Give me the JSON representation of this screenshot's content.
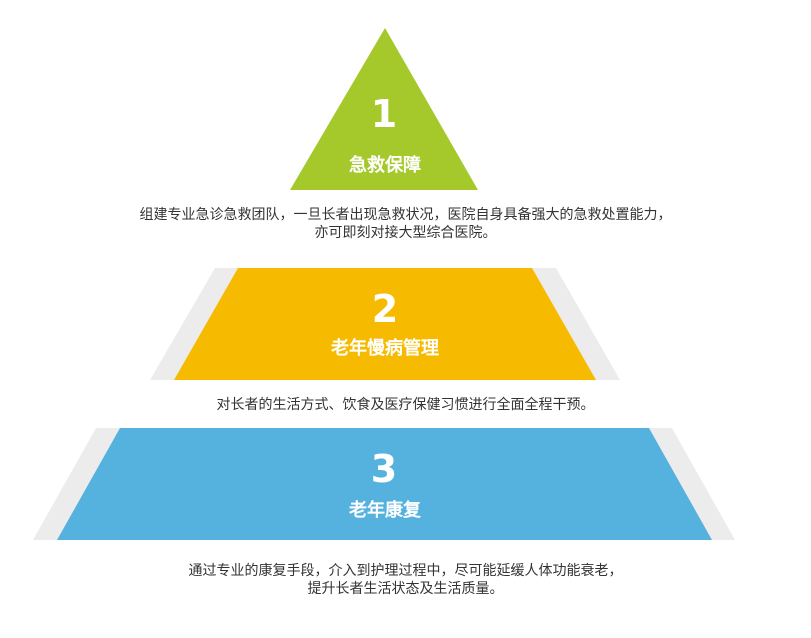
{
  "tiers": [
    {
      "number": "1",
      "title": "急救保障",
      "color": "#a5c82a",
      "description_lines": [
        "组建专业急诊急救团队，一旦长者出现急救状况，医院自身具备强大的急救处置能力，",
        "亦可即刻对接大型综合医院。"
      ]
    },
    {
      "number": "2",
      "title": "老年慢病管理",
      "color": "#f6bb00",
      "description_lines": [
        "对长者的生活方式、饮食及医疗保健习惯进行全面全程干预。"
      ]
    },
    {
      "number": "3",
      "title": "老年康复",
      "color": "#55b2df",
      "description_lines": [
        "通过专业的康复手段，介入到护理过程中，尽可能延缓人体功能衰老，",
        "提升长者生活状态及生活质量。"
      ]
    }
  ],
  "shadow_color": "#ececec"
}
